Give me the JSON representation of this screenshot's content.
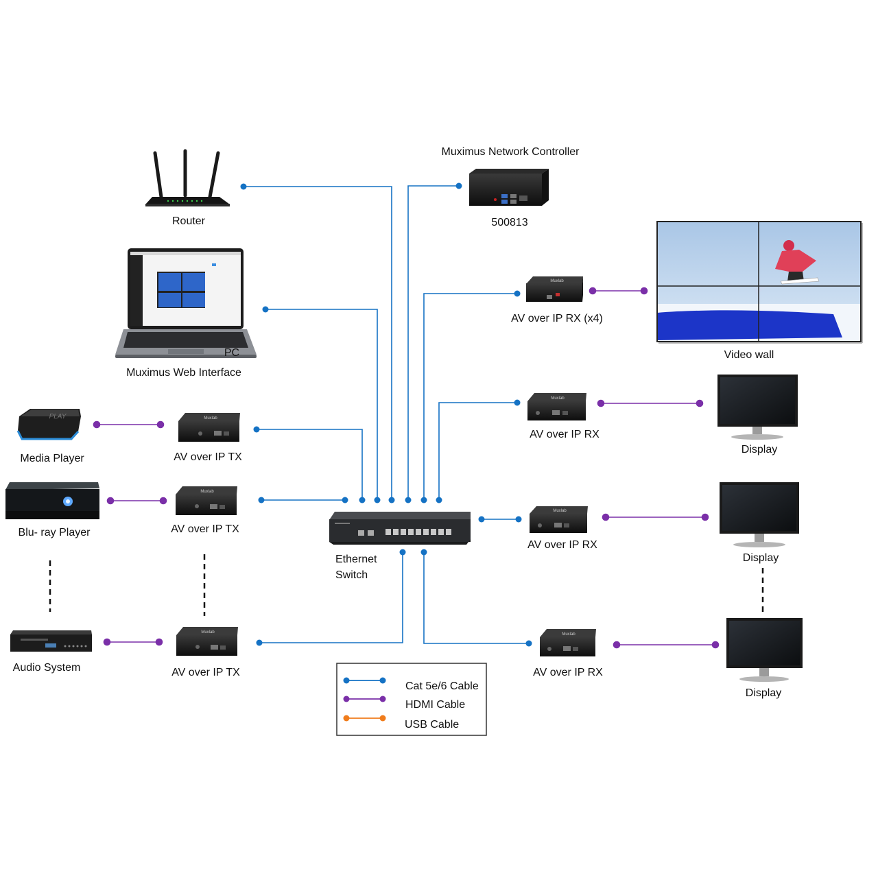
{
  "labels": {
    "router": "Router",
    "controller_title": "Muximus Network Controller",
    "controller_model": "500813",
    "pc": "PC",
    "web_interface": "Muximus Web Interface",
    "rx_x4": "AV over IP RX (x4)",
    "video_wall": "Video wall",
    "media_player": "Media Player",
    "tx_1": "AV over IP TX",
    "rx_1": "AV over IP RX",
    "display_1": "Display",
    "bluray_player": "Blu- ray Player",
    "tx_2": "AV over IP TX",
    "switch_line1": "Ethernet",
    "switch_line2": "Switch",
    "rx_2": "AV over IP RX",
    "display_2": "Display",
    "audio_system": "Audio System",
    "tx_3": "AV over IP TX",
    "rx_3": "AV over IP RX",
    "display_3": "Display"
  },
  "legend": {
    "items": [
      {
        "label": "Cat 5e/6 Cable",
        "color": "#1572c4"
      },
      {
        "label": "HDMI Cable",
        "color": "#7a2fa8"
      },
      {
        "label": "USB Cable",
        "color": "#f07c1b"
      }
    ]
  },
  "colors": {
    "cat_cable": "#1572c4",
    "hdmi_cable": "#7a2fa8",
    "usb_cable": "#f07c1b",
    "device_body": "#1b1b1b"
  },
  "device_logo_text": "Muxlab"
}
